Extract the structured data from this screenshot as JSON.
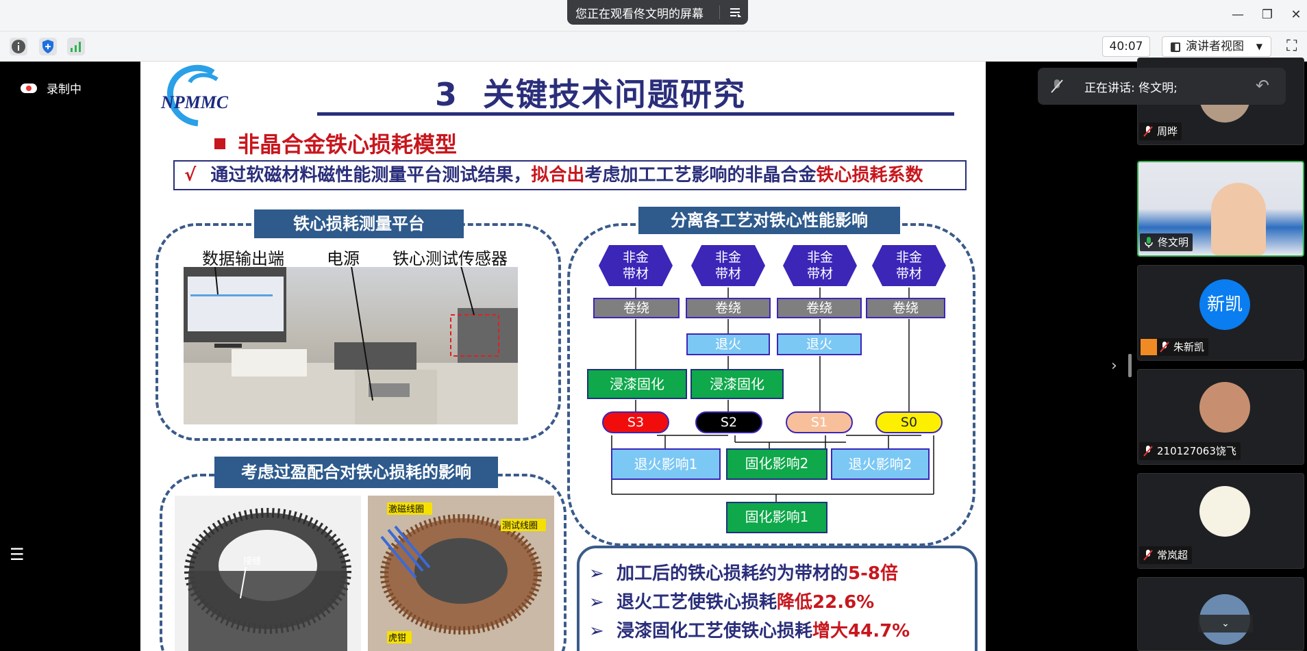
{
  "titlebar": {
    "banner": "您正在观看佟文明的屏幕"
  },
  "toolbar": {
    "timer": "40:07",
    "view_label": "演讲者视图"
  },
  "left": {
    "recording": "录制中"
  },
  "speaking": {
    "text": "正在讲话: 佟文明;"
  },
  "participants": [
    {
      "name": "周晔",
      "avatar_text": ""
    },
    {
      "name": "佟文明",
      "avatar_text": ""
    },
    {
      "name": "朱新凯",
      "avatar_text": "新凯"
    },
    {
      "name": "210127063饶飞",
      "avatar_text": ""
    },
    {
      "name": "常岚超",
      "avatar_text": ""
    },
    {
      "name": "",
      "avatar_text": ""
    }
  ],
  "slide": {
    "logo": "NPMMC",
    "title": "3  关键技术问题研究",
    "subtitle": "非晶合金铁心损耗模型",
    "summary": {
      "check": "√",
      "p1": "通过软磁材料磁性能测量平台测试结果，",
      "p2": "拟合出",
      "p3": "考虑加工工艺影响的非晶合金",
      "p4": "铁心损耗系数"
    },
    "platform": {
      "header": "铁心损耗测量平台",
      "labels": [
        "数据输出端",
        "电源",
        "铁心测试传感器"
      ]
    },
    "interference": {
      "header": "考虑过盈配合对铁心损耗的影响",
      "photo1_label": "接缝",
      "photo2_labels": [
        "激磁线圈",
        "测试线圈",
        "虎钳"
      ]
    },
    "process": {
      "header": "分离各工艺对铁心性能影响",
      "hex": [
        "非金\n带材",
        "非金\n带材",
        "非金\n带材",
        "非金\n带材"
      ],
      "winding": [
        "卷绕",
        "卷绕",
        "卷绕",
        "卷绕"
      ],
      "anneal": [
        "退火",
        "退火"
      ],
      "cure": [
        "浸漆固化",
        "浸漆固化"
      ],
      "samples": [
        "S3",
        "S2",
        "S1",
        "S0"
      ],
      "effects": [
        "退火影响1",
        "固化影响2",
        "退火影响2"
      ],
      "effect_bottom": "固化影响1"
    },
    "conclusions": [
      {
        "pre": "加工后的铁心损耗约为带材的",
        "hl": "5-8倍"
      },
      {
        "pre": "退火工艺使铁心损耗",
        "hl": "降低22.6%"
      },
      {
        "pre": "浸漆固化工艺使铁心损耗",
        "hl": "增大44.7%"
      }
    ],
    "arrow": "➢"
  }
}
